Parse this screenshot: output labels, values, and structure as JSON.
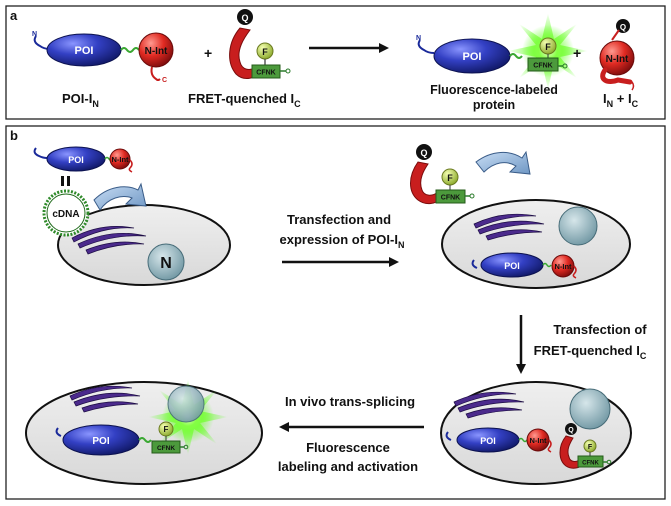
{
  "panel_a": {
    "letter": "a",
    "poi": "POI",
    "n_int": "N-Int",
    "n_term": "N",
    "c_term": "C",
    "poi_in_label": "POI-I",
    "poi_in_sub": "N",
    "plus1": "+",
    "q": "Q",
    "f": "F",
    "cfnk": "CFNK",
    "fret_label": "FRET-quenched I",
    "fret_sub": "C",
    "fluor_line1": "Fluorescence-labeled",
    "fluor_line2": "protein",
    "plus2": "+",
    "in_ic_1": "I",
    "in_ic_1_sub": "N",
    "in_ic_mid": " + I",
    "in_ic_2_sub": "C"
  },
  "panel_b": {
    "letter": "b",
    "poi": "POI",
    "n_int": "N-Int",
    "cdna": "cDNA",
    "nucleus": "N",
    "q": "Q",
    "f": "F",
    "cfnk": "CFNK",
    "step1_line1": "Transfection and",
    "step1_line2": "expression of  POI-I",
    "step1_sub": "N",
    "step2_line1": "Transfection of",
    "step2_line2": "FRET-quenched I",
    "step2_sub": "C",
    "step3_line1": "In vivo trans-splicing",
    "step3_line2": "Fluorescence",
    "step3_line3": "labeling and activation"
  },
  "colors": {
    "poi_blue": "#2a35b0",
    "nint_red": "#e0302a",
    "ic_red": "#c81e1e",
    "fluor_yellow_green": "#b8d44a",
    "cfnk_green": "#4c9a3c",
    "glow_green": "#66ff33",
    "cell_fill": "#e4e4e4",
    "er_purple": "#4b2a8c",
    "nucleus_teal": "#8fb3bd"
  }
}
